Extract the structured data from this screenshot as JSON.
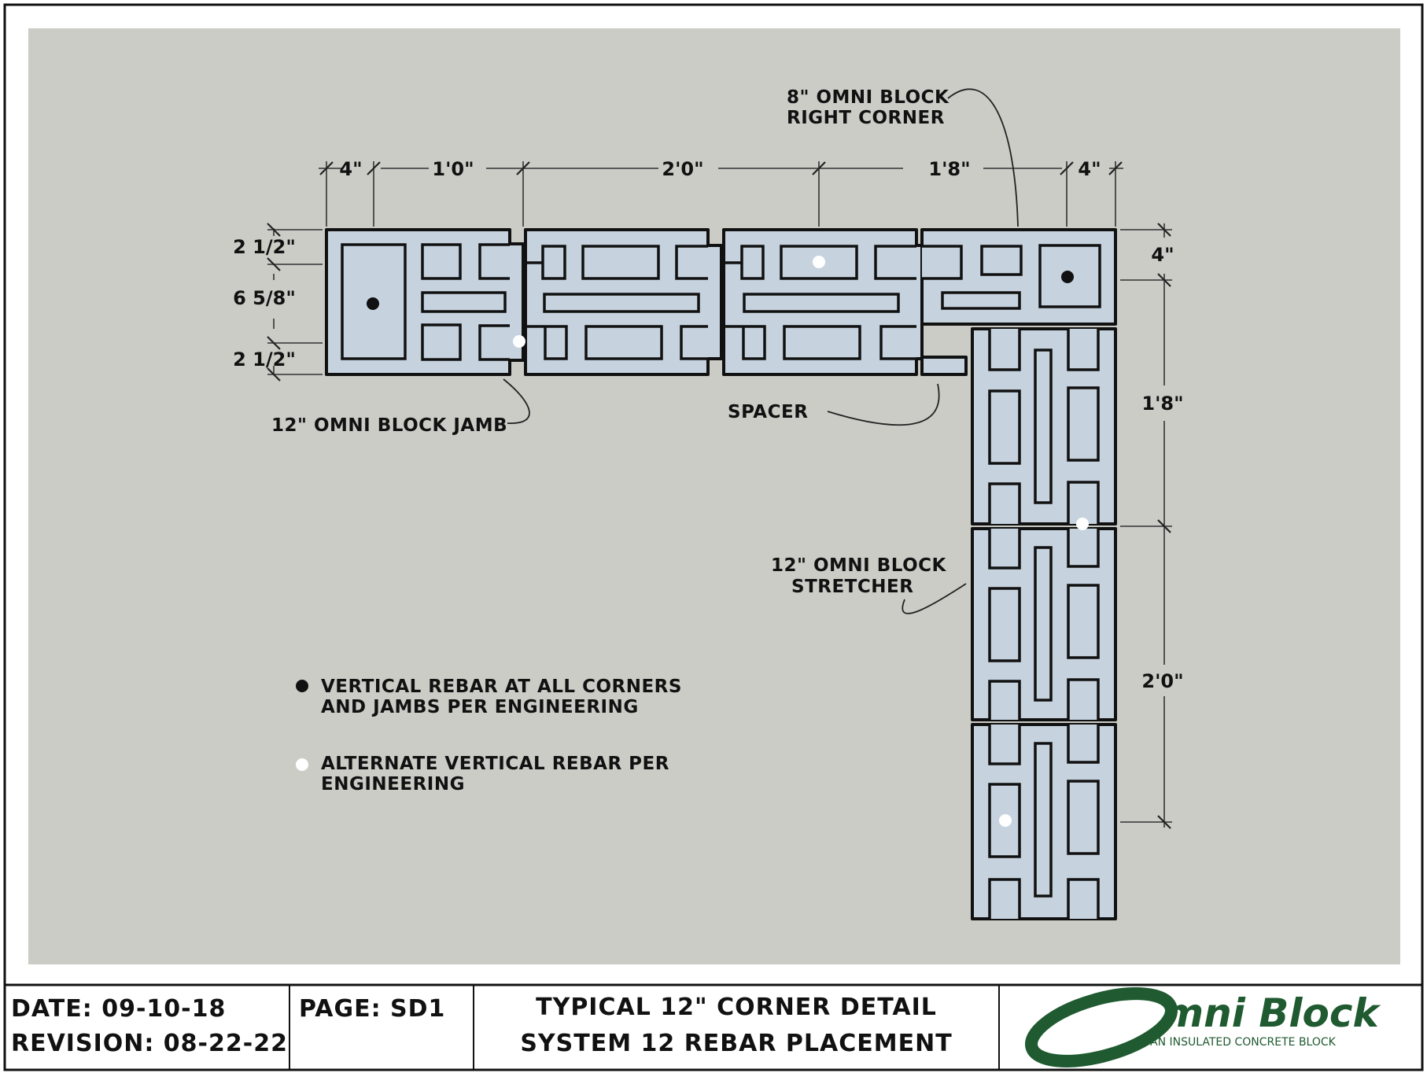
{
  "dimensions": {
    "top": [
      "4\"",
      "1'0\"",
      "2'0\"",
      "1'8\"",
      "4\""
    ],
    "left": [
      "2 1/2\"",
      "6 5/8\"",
      "2 1/2\""
    ],
    "right": [
      "4\"",
      "1'8\"",
      "2'0\""
    ]
  },
  "callouts": {
    "right_corner_line1": "8\" OMNI BLOCK",
    "right_corner_line2": "RIGHT CORNER",
    "jamb": "12\" OMNI BLOCK JAMB",
    "spacer": "SPACER",
    "stretcher_line1": "12\" OMNI BLOCK",
    "stretcher_line2": "STRETCHER"
  },
  "legend": {
    "black_line1": "VERTICAL REBAR AT ALL CORNERS",
    "black_line2": "AND JAMBS PER ENGINEERING",
    "white_line1": "ALTERNATE VERTICAL REBAR PER",
    "white_line2": "ENGINEERING"
  },
  "title_block": {
    "date": "DATE: 09-10-18",
    "revision": "REVISION: 08-22-22",
    "page": "PAGE: SD1",
    "title_line1": "TYPICAL 12\" CORNER DETAIL",
    "title_line2": "SYSTEM 12 REBAR PLACEMENT",
    "logo_text": "mni Block",
    "logo_tagline": "AN INSULATED CONCRETE BLOCK"
  },
  "colors": {
    "drawing_background": "#cbccc6",
    "block_fill": "#c6d3df",
    "logo_green": "#1f5a30"
  }
}
